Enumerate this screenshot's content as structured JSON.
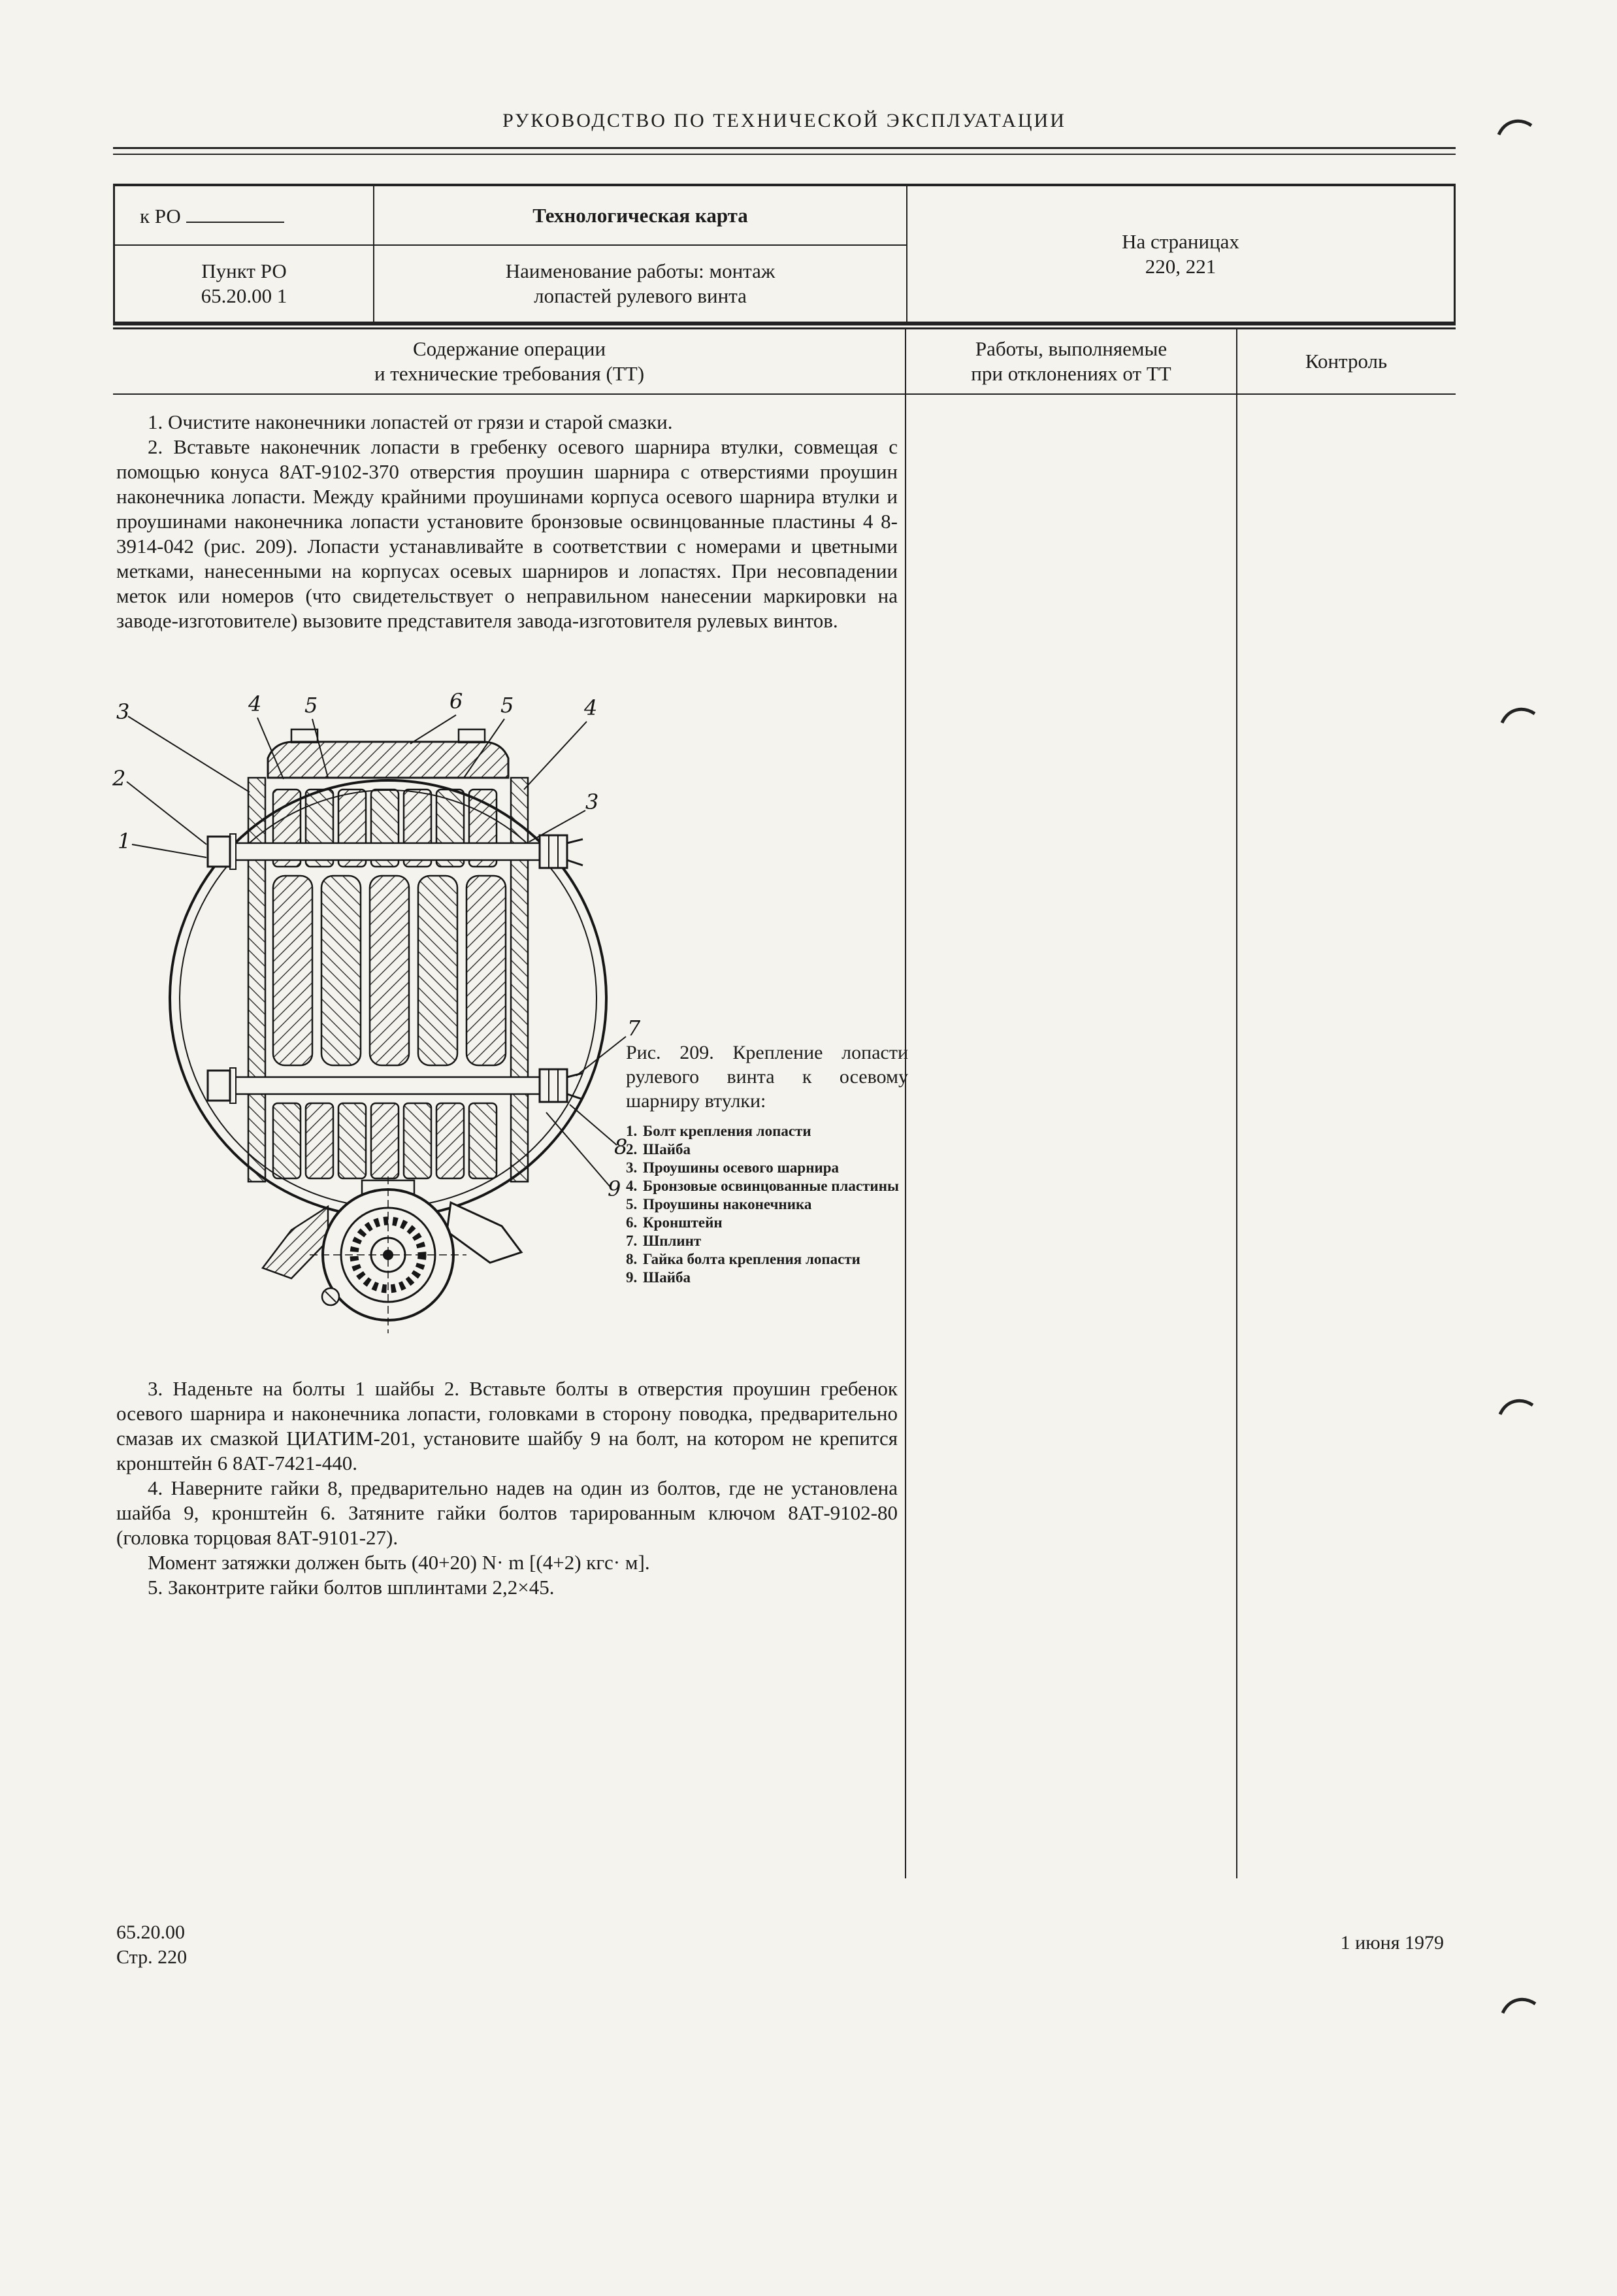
{
  "page": {
    "header_title": "РУКОВОДСТВО ПО ТЕХНИЧЕСКОЙ ЭКСПЛУАТАЦИИ",
    "footer": {
      "code": "65.20.00",
      "page_num": "Стр. 220",
      "date": "1 июня 1979"
    }
  },
  "card_header": {
    "k_ro_label": "к РО",
    "punkt_label": "Пункт РО",
    "punkt_value": "65.20.00 1",
    "card_title": "Технологическая карта",
    "work_title_line1": "Наименование работы: монтаж",
    "work_title_line2": "лопастей рулевого винта",
    "pages_label": "На страницах",
    "pages_value": "220, 221"
  },
  "table_columns": {
    "operations_line1": "Содержание операции",
    "operations_line2": "и технические требования (ТТ)",
    "deviations_line1": "Работы, выполняемые",
    "deviations_line2": "при отклонениях от ТТ",
    "control": "Контроль"
  },
  "operations_text": {
    "step1": "1. Очистите наконечники лопастей от грязи и старой смазки.",
    "step2": "2. Вставьте наконечник лопасти в гребенку осевого шарнира втулки, совмещая с помощью конуса 8АТ-9102-370 отверстия проушин шарнира с отверстиями проушин наконечника лопасти. Между крайними проушинами корпуса осевого шарнира втулки и проушинами наконечника лопасти установите бронзовые освинцованные пластины 4 8-3914-042 (рис. 209). Лопасти устанавливайте в соответствии с номерами и цветными метками, нанесенными на корпусах осевых шарниров и лопастях. При несовпадении меток или номеров (что свидетельствует о неправильном нанесении маркировки на заводе-изготовителе) вызовите представителя завода-изготовителя рулевых винтов.",
    "step3": "3. Наденьте на болты 1 шайбы 2. Вставьте болты в отверстия проушин гребенок осевого шарнира и наконечника лопасти, головками в сторону поводка, предварительно смазав их смазкой ЦИАТИМ-201, установите шайбу 9 на болт, на котором не крепится кронштейн 6 8АТ-7421-440.",
    "step4": "4. Наверните гайки 8, предварительно надев на один из болтов, где не установлена шайба 9, кронштейн 6. Затяните гайки болтов тарированным ключом 8АТ-9102-80 (головка торцовая 8АТ-9101-27).",
    "step4_note": "Момент затяжки должен быть (40+20) N· m [(4+2) кгс· м].",
    "step5": "5. Законтрите гайки болтов шплинтами 2,2×45."
  },
  "figure": {
    "caption": "Рис. 209. Крепление лопасти рулевого винта к осевому шарниру втулки:",
    "legend": [
      {
        "num": "1.",
        "text": "Болт крепления лопасти"
      },
      {
        "num": "2.",
        "text": "Шайба"
      },
      {
        "num": "3.",
        "text": "Проушины осевого шарнира"
      },
      {
        "num": "4.",
        "text": "Бронзовые освинцованные пластины"
      },
      {
        "num": "5.",
        "text": "Проушины наконечника"
      },
      {
        "num": "6.",
        "text": "Кронштейн"
      },
      {
        "num": "7.",
        "text": "Шплинт"
      },
      {
        "num": "8.",
        "text": "Гайка болта крепления лопасти"
      },
      {
        "num": "9.",
        "text": "Шайба"
      }
    ],
    "callouts": [
      {
        "n": "3"
      },
      {
        "n": "4"
      },
      {
        "n": "5"
      },
      {
        "n": "6"
      },
      {
        "n": "5"
      },
      {
        "n": "4"
      },
      {
        "n": "2"
      },
      {
        "n": "1"
      },
      {
        "n": "3"
      },
      {
        "n": "7"
      },
      {
        "n": "8"
      },
      {
        "n": "9"
      }
    ]
  }
}
